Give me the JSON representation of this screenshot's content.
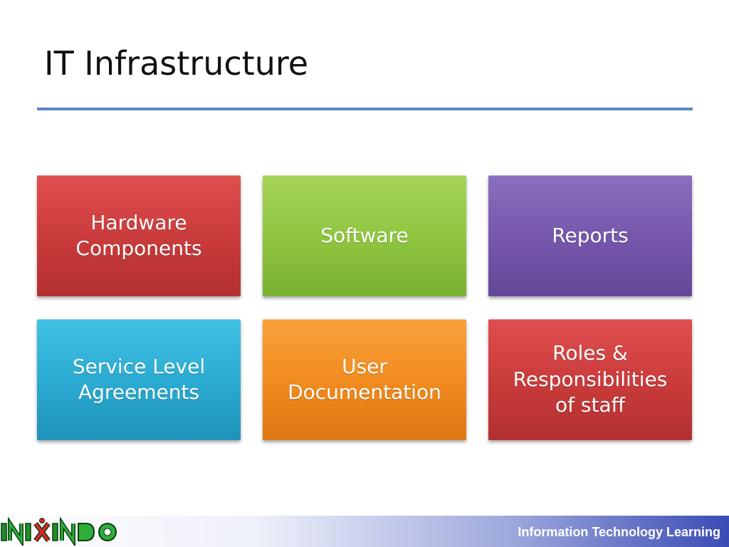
{
  "slide": {
    "title": "IT Infrastructure"
  },
  "boxes": [
    {
      "label": "Hardware\nComponents",
      "color": "#c93a3a"
    },
    {
      "label": "Software",
      "color": "#8ec43e"
    },
    {
      "label": "Reports",
      "color": "#7455ab"
    },
    {
      "label": "Service Level\nAgreements",
      "color": "#2aa9d0"
    },
    {
      "label": "User\nDocumentation",
      "color": "#f08a1e"
    },
    {
      "label": "Roles &\nResponsibilities\nof staff",
      "color": "#c93a3a"
    }
  ],
  "footer": {
    "text": "Information Technology Learning",
    "logo_icon": "inixindo-logo-icon"
  },
  "theme": {
    "title_rule_color": "#5b88c2",
    "footer_color": "#3a4cb5"
  }
}
